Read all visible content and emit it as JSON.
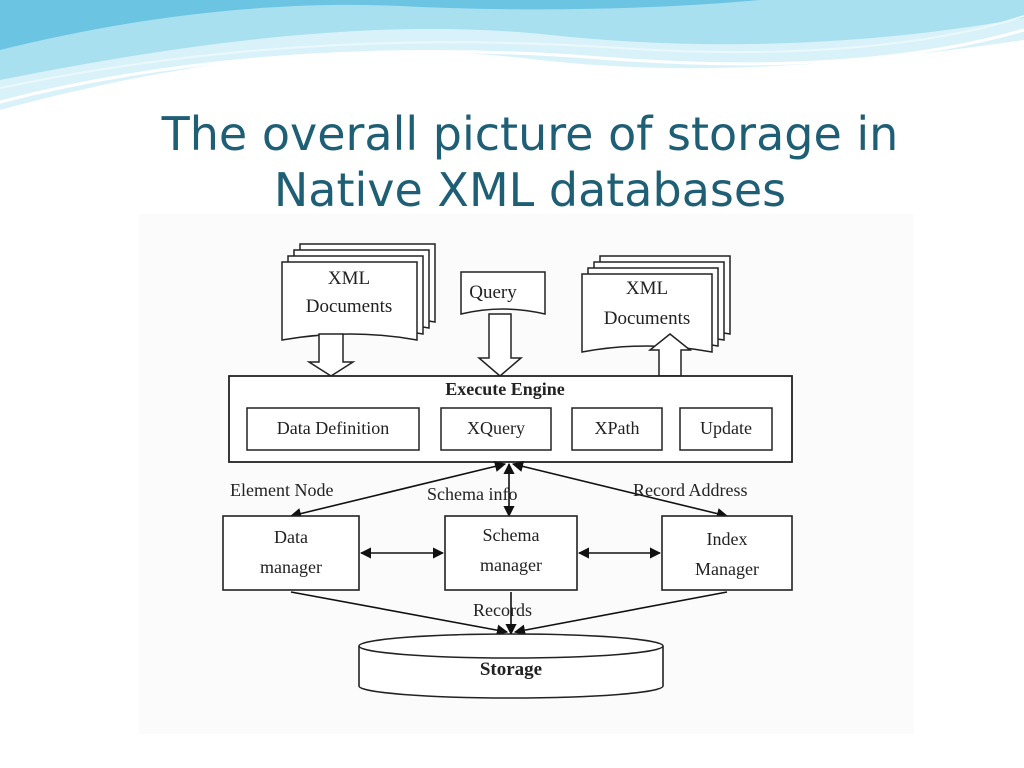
{
  "slide": {
    "title_line1": "The overall picture of storage in",
    "title_line2": "Native XML databases",
    "colors": {
      "title": "#1f5f75",
      "wave_light": "#cfeef7",
      "wave_mid": "#8fd3ea",
      "wave_deep": "#4fb3d9"
    }
  },
  "diagram": {
    "xml_documents_in": {
      "line1": "XML",
      "line2": "Documents"
    },
    "query": "Query",
    "xml_documents_out": {
      "line1": "XML",
      "line2": "Documents"
    },
    "execute_engine": {
      "title": "Execute Engine",
      "modules": [
        "Data Definition",
        "XQuery",
        "XPath",
        "Update"
      ]
    },
    "links": {
      "element_node": "Element Node",
      "schema_info": "Schema info",
      "record_address": "Record Address",
      "records": "Records"
    },
    "managers": {
      "data": {
        "line1": "Data",
        "line2": "manager"
      },
      "schema": {
        "line1": "Schema",
        "line2": "manager"
      },
      "index": {
        "line1": "Index",
        "line2": "Manager"
      }
    },
    "storage": "Storage"
  }
}
